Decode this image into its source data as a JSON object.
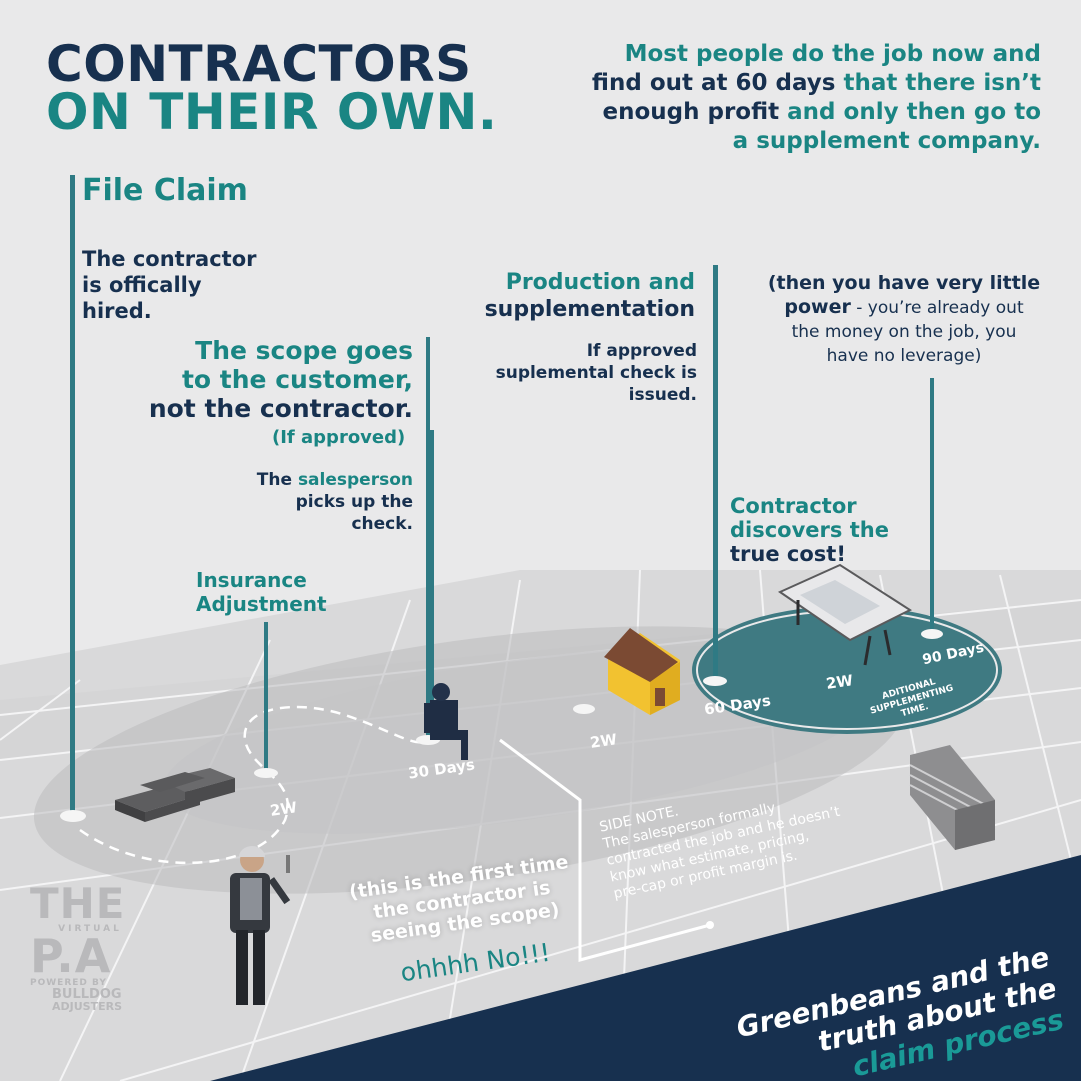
{
  "header": {
    "title_line1": "CONTRACTORS",
    "title_line2": "ON THEIR OWN.",
    "intro": {
      "line1": "Most people do the job now and",
      "line2_a": "find out at 60 days",
      "line2_b": " that there isn’t",
      "line3_a": "enough profit",
      "line3_b": " and only then go to",
      "line4": "a supplement company."
    }
  },
  "steps": {
    "file_claim": {
      "title": "File Claim",
      "desc": [
        "The contractor",
        "is offically",
        "hired."
      ]
    },
    "scope": {
      "title": [
        "The scope goes",
        "to the customer,",
        "not the contractor."
      ],
      "note": "(If approved)",
      "desc_a": "The ",
      "desc_highlight": "salesperson",
      "desc_b": [
        "picks up the",
        "check."
      ]
    },
    "insurance": {
      "title": [
        "Insurance",
        "Adjustment"
      ]
    },
    "production": {
      "title": [
        "Production and",
        "supplementation"
      ],
      "desc": [
        "If approved",
        "suplemental check is",
        "issued."
      ]
    },
    "power": {
      "bold_a": "(then you have very little",
      "bold_b": "power",
      "rest_a": " - you’re already out",
      "rest_b": "the money on the job, you",
      "rest_c": "have no leverage)"
    },
    "discover": {
      "title_a": [
        "Contractor",
        "discovers the"
      ],
      "title_b": "true cost!"
    }
  },
  "timeline": {
    "two_w_1": "2W",
    "thirty_days": "30 Days",
    "two_w_2": "2W",
    "sixty_days": "60 Days",
    "two_w_3": "2W",
    "ninety_days": "90 Days",
    "extra": [
      "ADITIONAL",
      "SUPPLEMENTING",
      "TIME."
    ]
  },
  "quotes": {
    "first_time": [
      "(this is the first time",
      "the contractor is",
      "seeing the scope)"
    ],
    "oh_no": "ohhhh No!!!",
    "side_note_title": "SIDE NOTE.",
    "side_note": [
      "The salesperson formally",
      "contracted the job and he doesn’t",
      "know what estimate, pricing,",
      "pre-cap or profit margin is."
    ]
  },
  "footer": {
    "line1": "Greenbeans and the",
    "line2": "truth about the",
    "line3": "claim process"
  },
  "logo": {
    "the": "THE",
    "virtual": "VIRTUAL",
    "pa": "P.A",
    "powered": "POWERED BY",
    "brand1": "BULLDOG",
    "brand2": "ADJUSTERS"
  },
  "colors": {
    "navy": "#17304f",
    "teal": "#1a8583",
    "background": "#e9e9ea",
    "house": "#f2c230",
    "roof": "#7b4a33"
  }
}
